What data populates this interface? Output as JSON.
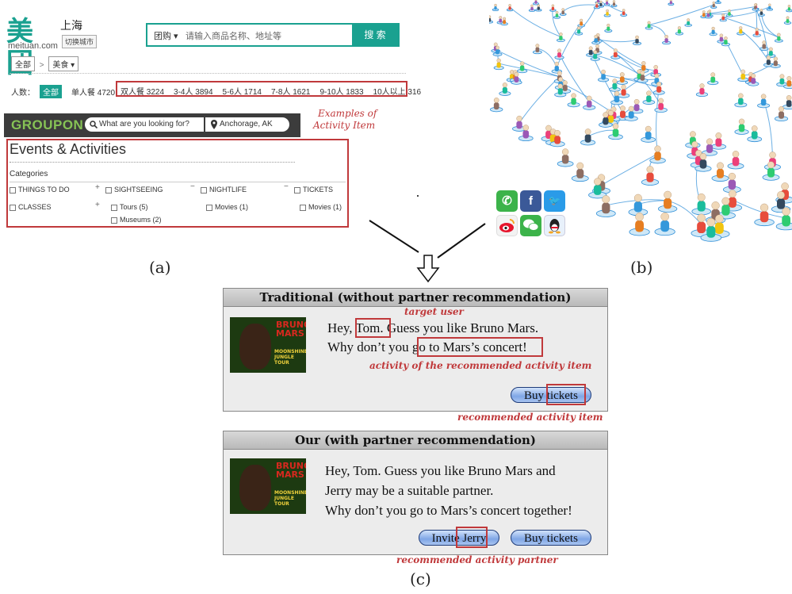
{
  "meituan": {
    "logo_text": "美团",
    "domain": "meituan.com",
    "city": "上海",
    "switch_city": "切换城市",
    "search_dropdown": "团购 ▾",
    "search_placeholder": "请输入商品名称、地址等",
    "search_button": "搜 索",
    "crumb_all": "全部",
    "crumb_sep": ">",
    "crumb_food": "美食 ▾",
    "people_label": "人数：",
    "people_all": "全部",
    "people_single": "单人餐 4720",
    "people_options": [
      "双人餐 3224",
      "3-4人 3894",
      "5-6人 1714",
      "7-8人 1621",
      "9-10人 1833",
      "10人以上 316"
    ]
  },
  "examples_note": [
    "Examples of",
    "Activity Item"
  ],
  "groupon": {
    "logo": "GROUPON",
    "search_placeholder": "What are you looking for?",
    "location": "Anchorage, AK",
    "title": "Events & Activities",
    "categories_label": "Categories",
    "columns": [
      {
        "header": "THINGS TO DO",
        "sign": "+",
        "items": [
          "CLASSES"
        ],
        "sub_sign": "+"
      },
      {
        "header": "SIGHTSEEING",
        "sign": "−",
        "items": [
          "Tours (5)",
          "Museums (2)"
        ]
      },
      {
        "header": "NIGHTLIFE",
        "sign": "−",
        "items": [
          "Movies (1)"
        ]
      },
      {
        "header": "TICKETS",
        "sign": "",
        "items": [
          "Movies (1)"
        ]
      }
    ]
  },
  "labels": {
    "a": "(a)",
    "b": "(b)",
    "c": "(c)"
  },
  "traditional": {
    "header": "Traditional (without partner recommendation)",
    "target_note": "target user",
    "line1_pre": "Hey, ",
    "line1_name": "Tom.",
    "line1_post": " Guess you like Bruno Mars.",
    "line2_pre": "Why don’t you ",
    "line2_activity": "go to Mars’s concert",
    "line2_post": "!",
    "activity_note": "activity of the recommended activity item",
    "buy_button": "Buy tickets",
    "item_note": "recommended activity item"
  },
  "ours": {
    "header": "Our (with partner recommendation)",
    "line1": "Hey, Tom. Guess you like Bruno Mars and",
    "line2": "Jerry may be a suitable partner.",
    "line3": "Why don’t you go to Mars’s concert together!",
    "invite_button": "Invite Jerry",
    "buy_button": "Buy tickets",
    "partner_note": "recommended activity partner"
  },
  "album": {
    "title": "BRUNO MARS",
    "subtitle": "MOONSHINE JUNGLE TOUR"
  },
  "social_icons": [
    "whatsapp-icon",
    "facebook-icon",
    "twitter-icon",
    "weibo-icon",
    "wechat-icon",
    "qq-icon"
  ]
}
